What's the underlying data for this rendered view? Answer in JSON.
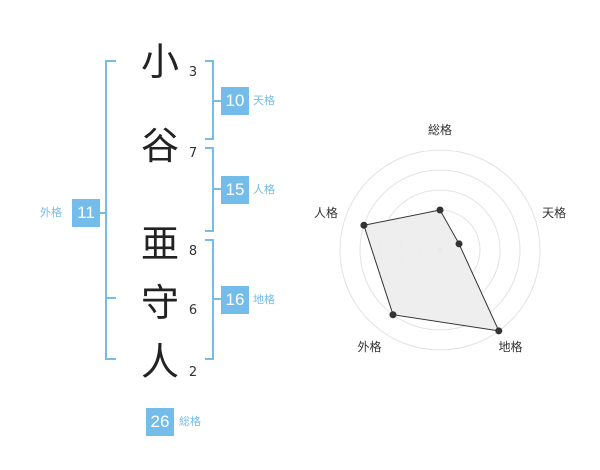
{
  "name": {
    "chars": [
      {
        "char": "小",
        "strokes": "3"
      },
      {
        "char": "谷",
        "strokes": "7"
      },
      {
        "char": "亜",
        "strokes": "8"
      },
      {
        "char": "守",
        "strokes": "6"
      },
      {
        "char": "人",
        "strokes": "2"
      }
    ]
  },
  "fortune": {
    "tenkaku": {
      "value": "10",
      "label": "天格"
    },
    "jinkaku": {
      "value": "15",
      "label": "人格"
    },
    "chikaku": {
      "value": "16",
      "label": "地格"
    },
    "gaikaku": {
      "value": "11",
      "label": "外格"
    },
    "soukaku": {
      "value": "26",
      "label": "総格"
    }
  },
  "colors": {
    "accent": "#74bdea",
    "ring": "#e3e3e3",
    "fill": "#ececec"
  },
  "chart_data": {
    "type": "radar",
    "axes": [
      "総格",
      "天格",
      "地格",
      "外格",
      "人格"
    ],
    "values": [
      2,
      1,
      5,
      4,
      4
    ],
    "max": 5
  }
}
